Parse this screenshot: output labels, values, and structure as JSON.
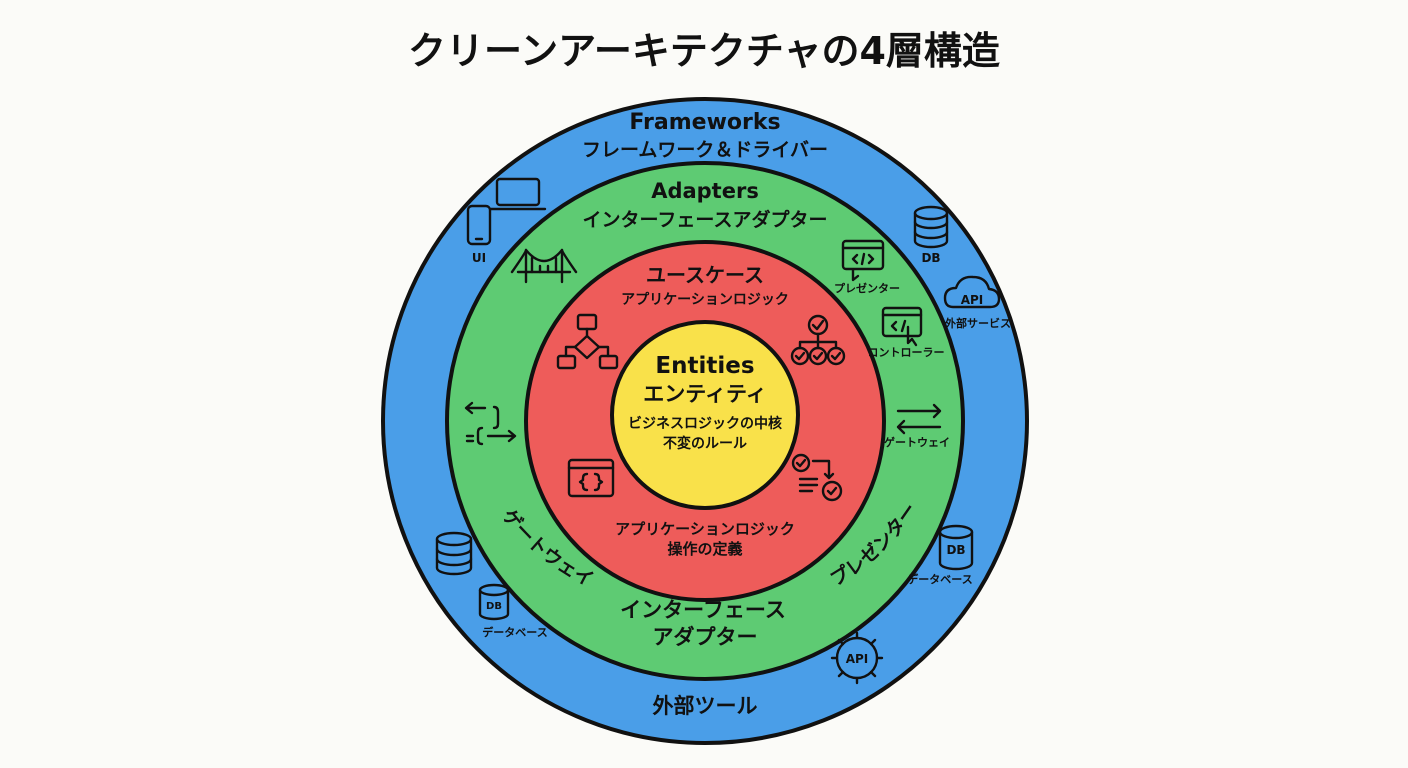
{
  "title": "クリーンアーキテクチャの4層構造",
  "colors": {
    "frameworks": "#4a9ee8",
    "adapters": "#5ecb73",
    "usecases": "#ee5c5a",
    "entities": "#f9e14a",
    "outline": "#111111",
    "background": "#fbfbf8"
  },
  "frameworks": {
    "title_en": "Frameworks",
    "title_ja": "フレームワーク＆ドライバー",
    "bottom_label": "外部ツール",
    "icons": {
      "ui": {
        "icon": "smartphone-laptop-icon",
        "label": "UI"
      },
      "db_top": {
        "icon": "database-icon",
        "label": "DB"
      },
      "api_top": {
        "icon": "cloud-api-icon",
        "icon_text": "API",
        "label": "外部サービス"
      },
      "db_left": {
        "icon": "database-icon",
        "badge": "DB",
        "label": "データベース"
      },
      "db_right": {
        "icon": "database-icon",
        "badge": "DB",
        "label": "データベース"
      },
      "api_bottom": {
        "icon": "gear-api-icon",
        "icon_text": "API"
      }
    }
  },
  "adapters": {
    "title_en": "Adapters",
    "title_ja": "インターフェースアダプター",
    "bottom_line1": "インターフェース",
    "bottom_line2": "アダプター",
    "arc_left": "ゲートウェイ",
    "arc_right": "プレゼンター",
    "icons": {
      "bridge": {
        "icon": "bridge-icon"
      },
      "presenter": {
        "icon": "code-window-icon",
        "label": "プレゼンター"
      },
      "controller": {
        "icon": "code-window-cursor-icon",
        "label": "コントローラー"
      },
      "gateway_left": {
        "icon": "exchange-arrows-icon"
      },
      "gateway_right": {
        "icon": "exchange-arrows-icon",
        "label": "ゲートウェイ"
      }
    }
  },
  "usecases": {
    "title": "ユースケース",
    "subtitle": "アプリケーションロジック",
    "bottom_line1": "アプリケーションロジック",
    "bottom_line2": "操作の定義",
    "icons": {
      "flowchart": {
        "icon": "flowchart-icon"
      },
      "hierarchy": {
        "icon": "check-hierarchy-icon"
      },
      "code": {
        "icon": "code-braces-window-icon"
      },
      "checklist": {
        "icon": "check-list-icon"
      }
    }
  },
  "entities": {
    "title_en": "Entities",
    "title_ja": "エンティティ",
    "line1": "ビジネスロジックの中核",
    "line2": "不変のルール"
  }
}
